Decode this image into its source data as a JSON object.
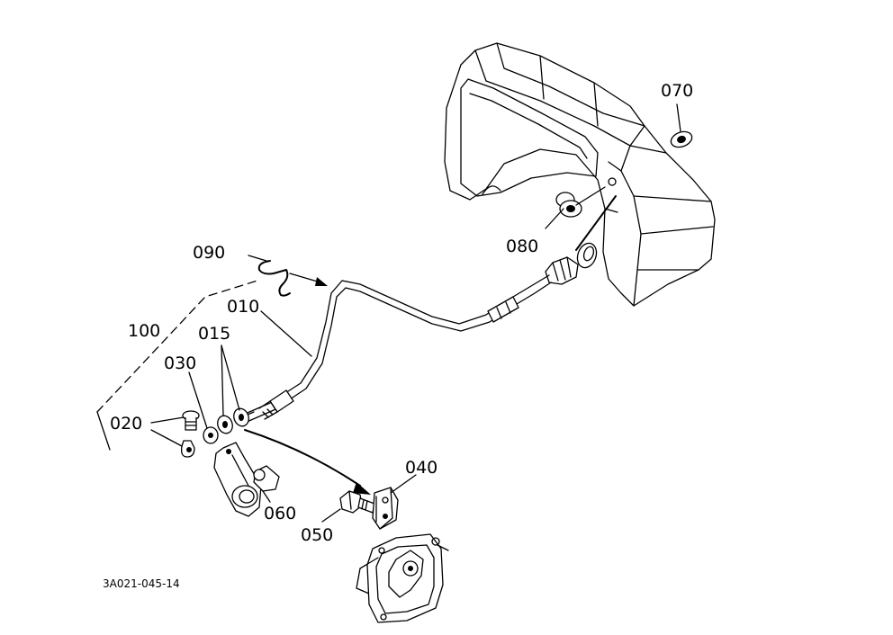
{
  "diagram": {
    "parts": [
      {
        "id": "p070",
        "label": "070"
      },
      {
        "id": "p080",
        "label": "080"
      },
      {
        "id": "p090",
        "label": "090"
      },
      {
        "id": "p010",
        "label": "010"
      },
      {
        "id": "p100",
        "label": "100"
      },
      {
        "id": "p015",
        "label": "015"
      },
      {
        "id": "p030",
        "label": "030"
      },
      {
        "id": "p020",
        "label": "020"
      },
      {
        "id": "p040",
        "label": "040"
      },
      {
        "id": "p060",
        "label": "060"
      },
      {
        "id": "p050",
        "label": "050"
      }
    ],
    "drawing_code": "3A021-045-14"
  }
}
